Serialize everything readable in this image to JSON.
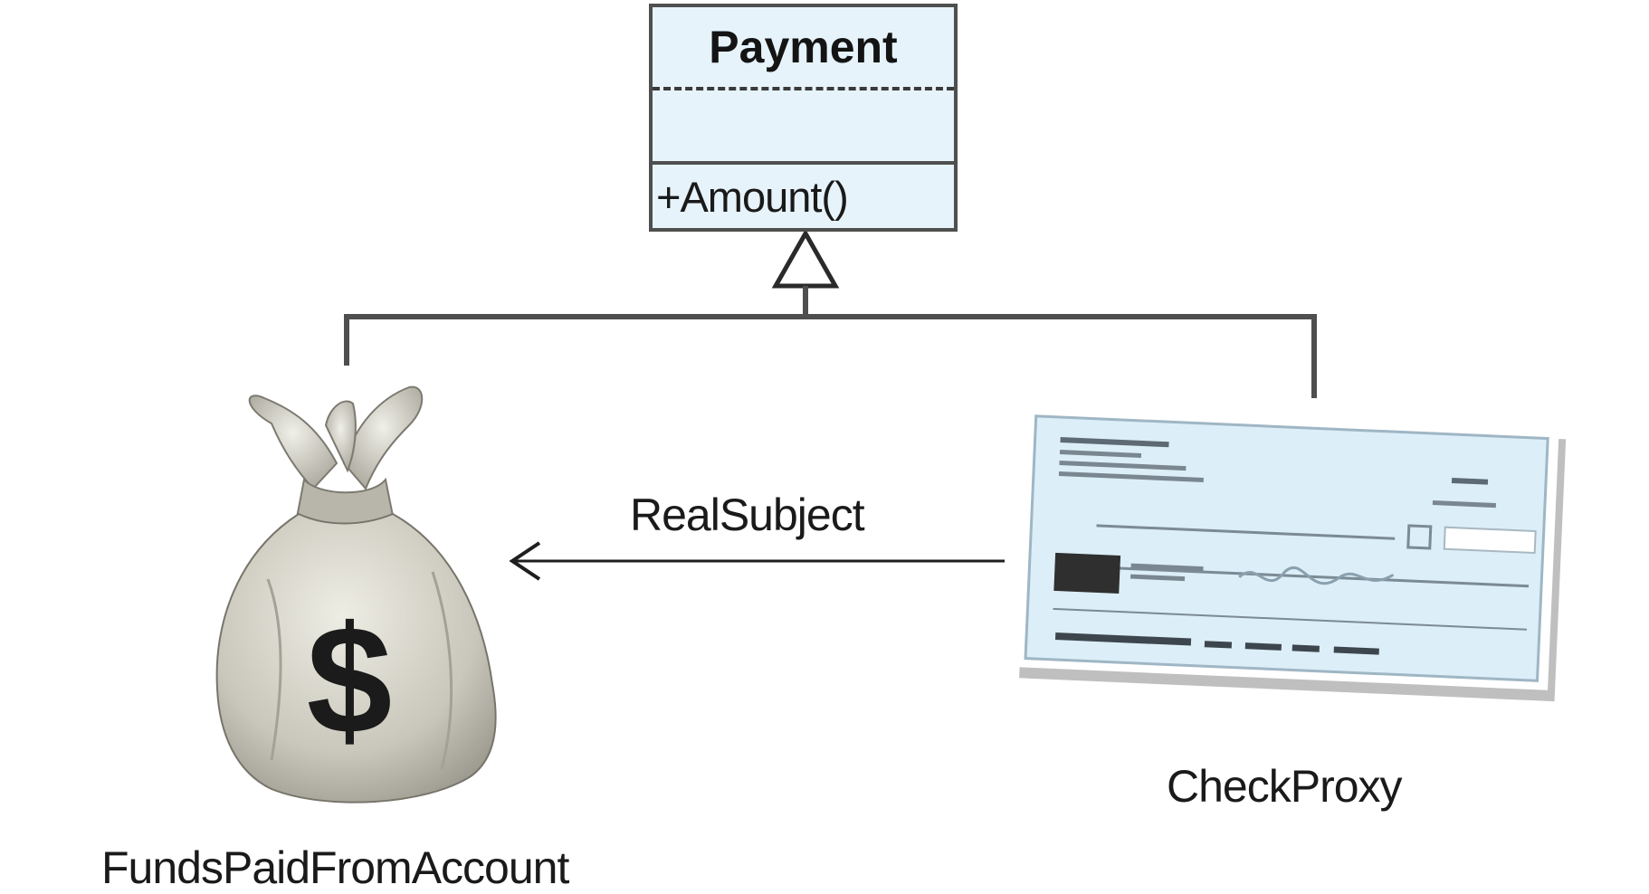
{
  "diagram": {
    "base_class": {
      "name": "Payment",
      "attributes": "",
      "operation": "+Amount()"
    },
    "relationship": "generalization",
    "association_label": "RealSubject",
    "left_entity": {
      "label": "FundsPaidFromAccount",
      "icon": "money-bag-icon"
    },
    "right_entity": {
      "label": "CheckProxy",
      "icon": "bank-check-icon"
    },
    "colors": {
      "class_fill": "#e6f3fb",
      "line": "#4f4f4f",
      "text": "#1a1a1a"
    }
  }
}
